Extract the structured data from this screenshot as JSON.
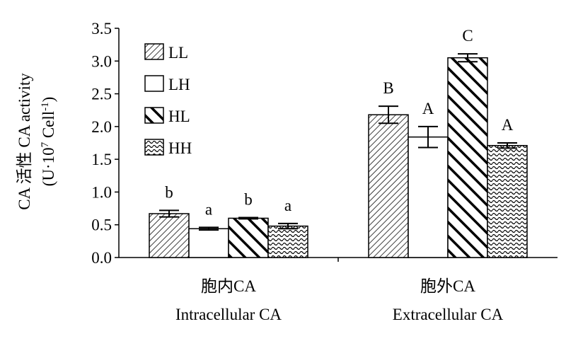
{
  "chart_data": {
    "type": "bar",
    "title": "",
    "ylabel_line1": "CA 活性 CA activity",
    "ylabel_line2_main": "(U·10",
    "ylabel_line2_exp1": "7",
    "ylabel_line2_mid": " Cell",
    "ylabel_line2_exp2": "-1",
    "ylabel_line2_end": ")",
    "ylim": [
      0,
      3.5
    ],
    "yticks": [
      "0.0",
      "0.5",
      "1.0",
      "1.5",
      "2.0",
      "2.5",
      "3.0",
      "3.5"
    ],
    "groups": [
      {
        "label_cn": "胞内CA",
        "label_en": "Intracellular CA"
      },
      {
        "label_cn": "胞外CA",
        "label_en": "Extracellular CA"
      }
    ],
    "series": [
      {
        "name": "LL",
        "values": [
          0.67,
          2.18
        ],
        "errors": [
          0.05,
          0.13
        ],
        "letters": [
          "b",
          "B"
        ]
      },
      {
        "name": "LH",
        "values": [
          0.44,
          1.84
        ],
        "errors": [
          0.02,
          0.16
        ],
        "letters": [
          "a",
          "A"
        ]
      },
      {
        "name": "HL",
        "values": [
          0.6,
          3.05
        ],
        "errors": [
          0.01,
          0.06
        ],
        "letters": [
          "b",
          "C"
        ]
      },
      {
        "name": "HH",
        "values": [
          0.48,
          1.71
        ],
        "errors": [
          0.04,
          0.04
        ],
        "letters": [
          "a",
          "A"
        ]
      }
    ],
    "legend_position": "top-left",
    "grid": false
  }
}
